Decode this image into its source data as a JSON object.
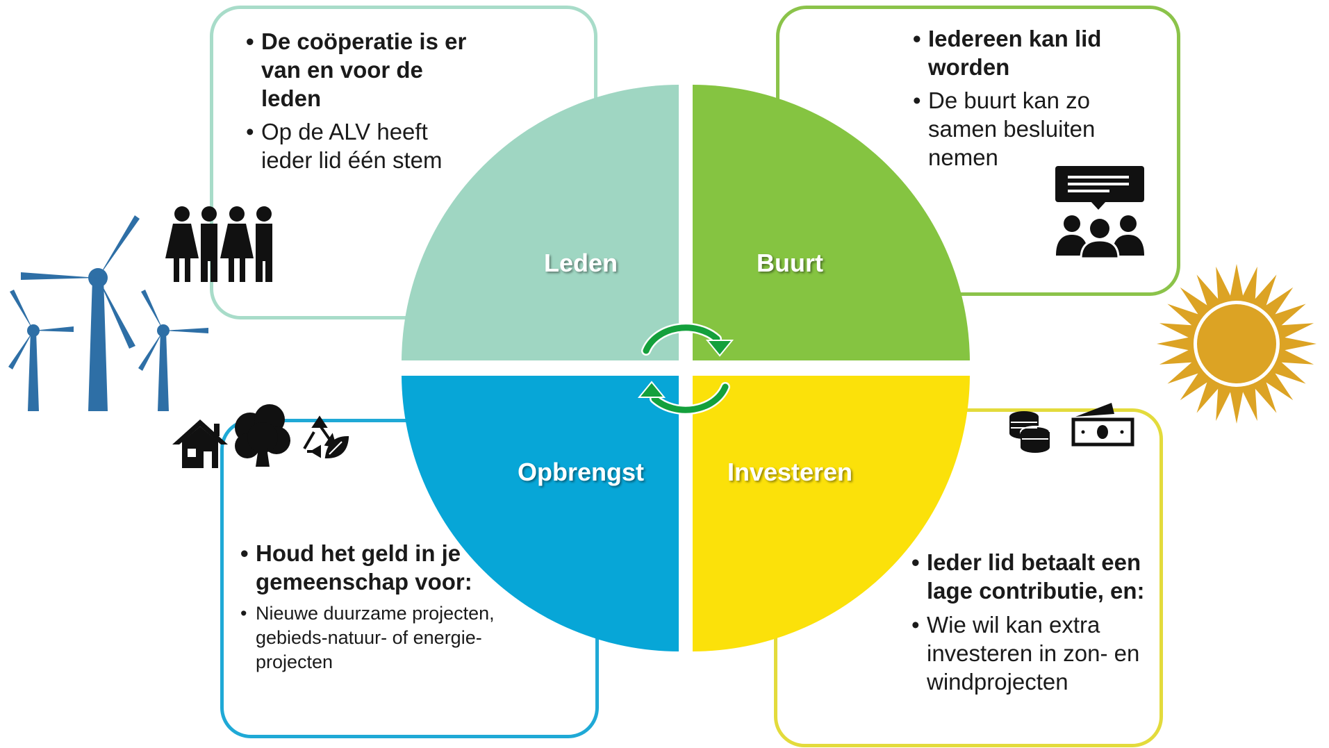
{
  "colors": {
    "leden": "#9fd6c2",
    "buurt": "#85c441",
    "opbrengst": "#07a6d7",
    "investeren": "#fbe10a",
    "turbine": "#2e6fa6",
    "sun": "#dca324",
    "cycle_arrow": "#14a03c"
  },
  "quadrants": {
    "leden": "Leden",
    "buurt": "Buurt",
    "opbrengst": "Opbrengst",
    "investeren": "Investeren"
  },
  "leden": {
    "bullet1": "De coöperatie is er van en voor de leden",
    "bullet2": "Op de ALV heeft ieder lid één stem"
  },
  "buurt": {
    "bullet1": "Iedereen kan lid worden",
    "bullet2": "De buurt kan zo samen besluiten nemen"
  },
  "opbrengst": {
    "bullet1": "Houd het geld in je gemeenschap voor:",
    "bullet2": "Nieuwe duurzame projecten, gebieds-natuur- of energie-projecten"
  },
  "investeren": {
    "bullet1": "Ieder lid betaalt een lage contributie, en:",
    "bullet2": "Wie wil kan extra investeren in zon- en windprojecten"
  },
  "icons": [
    "wind-turbines-icon",
    "people-group-icon",
    "discussion-group-icon",
    "sun-icon",
    "house-icon",
    "tree-icon",
    "recycle-leaf-icon",
    "coins-icon",
    "banknote-icon",
    "cycle-arrows-icon"
  ]
}
